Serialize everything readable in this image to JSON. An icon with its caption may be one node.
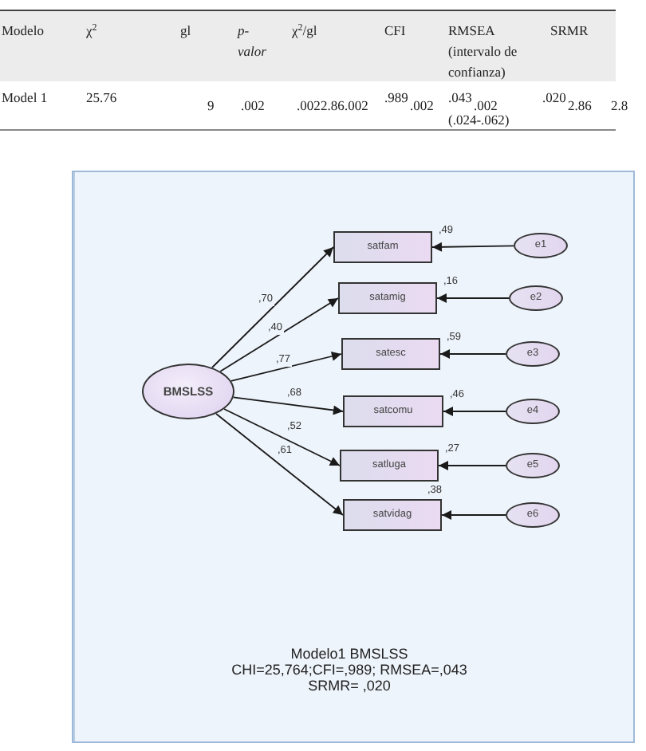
{
  "diagram": {
    "nodes": [
      {
        "text": [
          "Modelo1 BMSLSS",
          "CHI=25,764;CFI=,989; RMSEA=,043 SRMR= ,020"
        ]
      },
      {
        "text": [
          "BMSLSS"
        ],
        "in": 0
      },
      {
        "text": [
          "satfam"
        ],
        "in": 0,
        "beside": [
          ",49"
        ]
      },
      {
        "text": [
          "satamig"
        ],
        "in": 0,
        "beside": [
          ",16"
        ]
      },
      {
        "text": [
          "satesc"
        ],
        "in": 0,
        "beside": [
          ",59"
        ]
      },
      {
        "text": [
          "satcomu"
        ],
        "in": 0,
        "beside": [
          ",46"
        ]
      },
      {
        "text": [
          "satluga"
        ],
        "in": 0,
        "beside": [
          ",27"
        ]
      },
      {
        "text": [
          "satvidag"
        ],
        "in": 0,
        "beside": [
          ",38"
        ]
      },
      {
        "text": [
          "e1"
        ],
        "in": 0
      },
      {
        "text": [
          "e2"
        ],
        "in": 0
      },
      {
        "text": [
          "e3"
        ],
        "in": 0
      },
      {
        "text": [
          "e4"
        ],
        "in": 0
      },
      {
        "text": [
          "e5"
        ],
        "in": 0
      },
      {
        "text": [
          "e6"
        ],
        "in": 0
      }
    ],
    "edges": [
      {
        "from": 1,
        "to": 2,
        "arrow": "to",
        "label": ",70"
      },
      {
        "from": 1,
        "to": 3,
        "arrow": "to",
        "label": ",40"
      },
      {
        "from": 1,
        "to": 4,
        "arrow": "to",
        "label": ",77"
      },
      {
        "from": 1,
        "to": 5,
        "arrow": "to",
        "label": ",68"
      },
      {
        "from": 1,
        "to": 6,
        "arrow": "to",
        "label": ",52"
      },
      {
        "from": 1,
        "to": 7,
        "arrow": "to",
        "label": ",61"
      },
      {
        "from": 8,
        "to": 2,
        "arrow": "to"
      },
      {
        "from": 9,
        "to": 3,
        "arrow": "to"
      },
      {
        "from": 10,
        "to": 4,
        "arrow": "to"
      },
      {
        "from": 11,
        "to": 5,
        "arrow": "to"
      },
      {
        "from": 12,
        "to": 6,
        "arrow": "to"
      },
      {
        "from": 13,
        "to": 7,
        "arrow": "to"
      }
    ],
    "labels": [
      "Modelo",
      "χ$^{2}$",
      "gl",
      "p-valor",
      "χ$^{2}$/gl",
      "CFI",
      "RMSEA (intervalo de confianza)",
      "SRMR",
      "Model 1",
      "25.76",
      "9",
      ".002",
      ".002",
      "2.86",
      ".002",
      ".989",
      ".002",
      ".043",
      ".002",
      "(.024-.062)",
      ".020",
      "2.86",
      "2.8"
    ]
  }
}
